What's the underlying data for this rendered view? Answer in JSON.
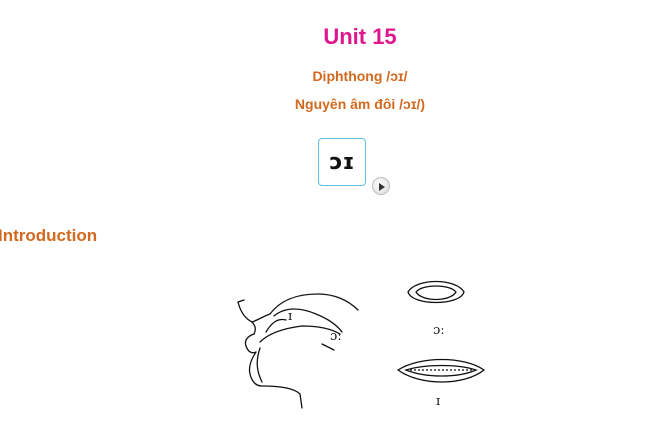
{
  "header": {
    "title": "Unit 15",
    "subtitle_en": "Diphthong /ɔɪ/",
    "subtitle_vi": "Nguyên âm đôi /ɔɪ/)"
  },
  "phoneme": {
    "symbol": "ɔɪ",
    "play_icon": "play-icon"
  },
  "section": {
    "heading": "Introduction"
  },
  "illustration": {
    "mouth_labels": {
      "tongue_high": "ɪ",
      "tongue_low": "ɔː"
    },
    "lip_labels": {
      "rounded": "ɔː",
      "spread": "ɪ"
    }
  },
  "colors": {
    "title": "#e0178c",
    "subtitle": "#d2691e",
    "card_border": "#5bc0de"
  }
}
